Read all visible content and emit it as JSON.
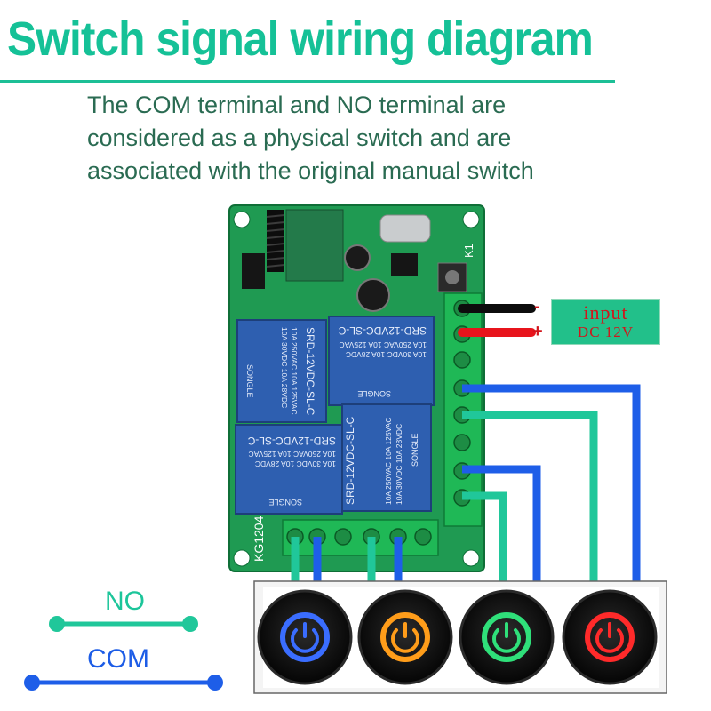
{
  "title": "Switch signal wiring diagram",
  "description": {
    "line1": "The COM terminal and NO terminal are",
    "line2": "considered as a physical switch and are",
    "line3": "associated with the original manual switch"
  },
  "power_input": {
    "label": "input",
    "voltage": "DC 12V",
    "negative_sign": "-",
    "positive_sign": "+"
  },
  "legend": {
    "no_label": "NO",
    "com_label": "COM"
  },
  "board": {
    "model": "KG1204",
    "antenna_id": "K1",
    "relays": [
      {
        "brand": "SONGLE",
        "model": "SRD-12VDC-SL-C",
        "rating1": "10A 250VAC 10A 125VAC",
        "rating2": "10A 30VDC 10A 28VDC"
      },
      {
        "brand": "SONGLE",
        "model": "SRD-12VDC-SL-C",
        "rating1": "10A 250VAC 10A 125VAC",
        "rating2": "10A 30VDC 10A 28VDC"
      },
      {
        "brand": "SONGLE",
        "model": "SRD-12VDC-SL-C",
        "rating1": "10A 250VAC 10A 125VAC",
        "rating2": "10A 30VDC 10A 28VDC"
      },
      {
        "brand": "SONGLE",
        "model": "SRD-12VDC-SL-C",
        "rating1": "10A 250VAC 10A 125VAC",
        "rating2": "10A 30VDC 10A 28VDC"
      }
    ]
  },
  "switches": [
    {
      "name": "blue",
      "ring_color": "#3a6dff"
    },
    {
      "name": "orange",
      "ring_color": "#ff9d1a"
    },
    {
      "name": "green",
      "ring_color": "#2fe07a"
    },
    {
      "name": "red",
      "ring_color": "#ff2a2a"
    }
  ],
  "colors": {
    "title_green": "#15c197",
    "no_wire": "#20c79a",
    "com_wire": "#1e5ee8",
    "pcb_green": "#1f9a52",
    "relay_blue": "#2e5fb0",
    "terminal_green": "#1fb856"
  }
}
